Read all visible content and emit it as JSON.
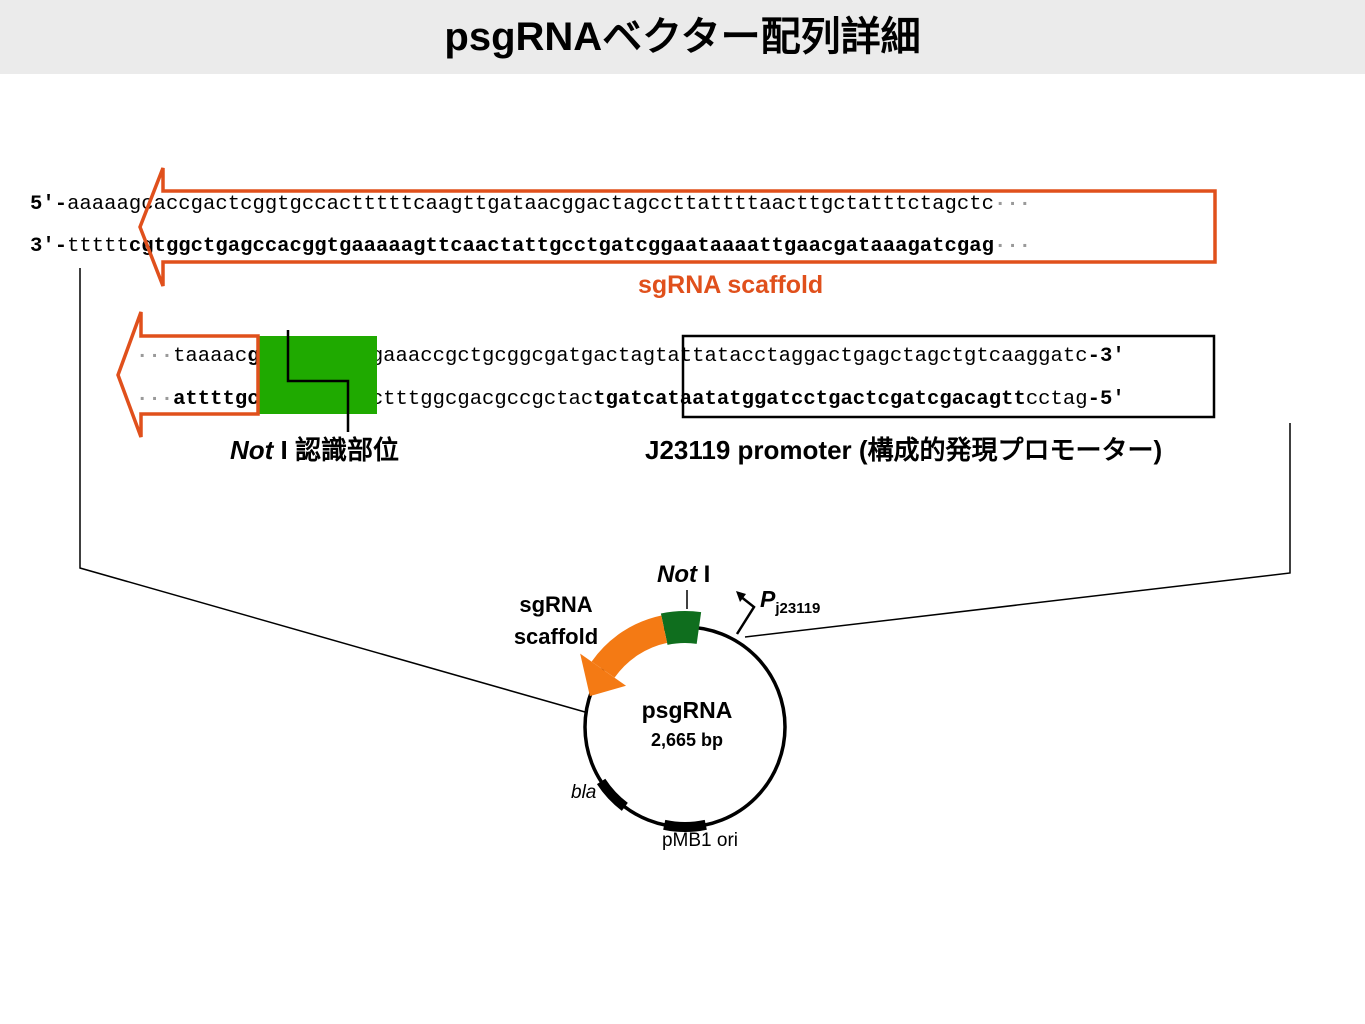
{
  "title": "psgRNAベクター配列詳細",
  "colors": {
    "scaffold_arrow": "#e0501c",
    "scaffold_label": "#e0501c",
    "notI_highlight": "#1faa00",
    "plasmid_scaffold": "#f47a14",
    "plasmid_notI": "#0f6e1e",
    "backbone": "#000000",
    "ellipsis": "#9a9a9a",
    "title_bg": "#ebebeb"
  },
  "block1": {
    "top": {
      "end_label": "5′-",
      "seq_pre": "aaaaa",
      "seq_main": "gcaccgactcggtgccactttttcaagttgataacggactagccttattttaacttgctatttctagctc",
      "ellipsis": "···"
    },
    "bottom": {
      "end_label": "3′-",
      "seq_pre": "ttttt",
      "seq_main_bold": "cgtggctgagccacggtgaaaaagttcaactattgcctgatcggaataaaattgaacgataaagatcgag",
      "ellipsis": "···"
    },
    "feature_label": "sgRNA scaffold"
  },
  "block2": {
    "top": {
      "ellipsis": "···",
      "seq_pre": "taaaac",
      "notI_site": "gcggccgc",
      "spacer": "ctgaaaccgctgcggcgatg",
      "promoter": "actagtattatacctaggactgagctagctgtcaa",
      "seq_post": "ggatc",
      "end_label": "-3′"
    },
    "bottom": {
      "ellipsis": "···",
      "seq_pre_bold": "attttg",
      "notI_site": "cgccggcg",
      "spacer": "gactttggcgacgccgctac",
      "promoter_bold": "tgatcataatatggatcctgactcgatcgacagtt",
      "seq_post": "cctag",
      "end_label": "-5′"
    },
    "notI_label": {
      "italic": "Not",
      "rest": " I 認識部位"
    },
    "promoter_label": "J23119 promoter (構成的発現プロモーター)"
  },
  "plasmid": {
    "name": "psgRNA",
    "size": "2,665 bp",
    "features": {
      "scaffold_label_line1": "sgRNA",
      "scaffold_label_line2": "scaffold",
      "notI_italic": "Not",
      "notI_rest": " I",
      "promoter_P": "P",
      "promoter_sub": "j23119",
      "bla": "bla",
      "ori": "pMB1 ori"
    }
  }
}
